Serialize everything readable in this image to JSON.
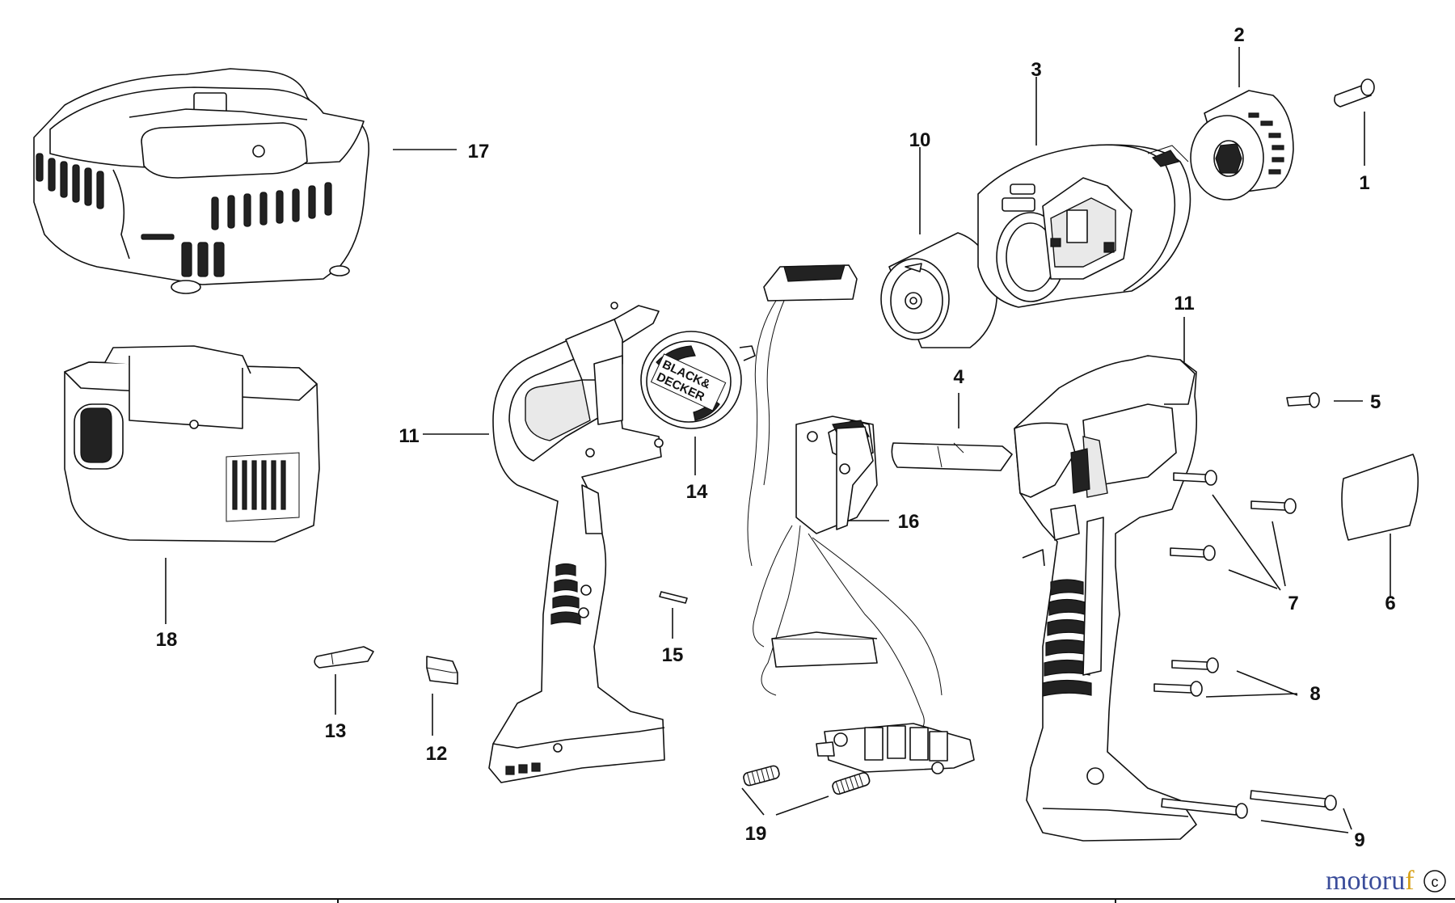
{
  "callouts": [
    {
      "id": "1",
      "label": "1"
    },
    {
      "id": "2",
      "label": "2"
    },
    {
      "id": "3",
      "label": "3"
    },
    {
      "id": "4",
      "label": "4"
    },
    {
      "id": "5",
      "label": "5"
    },
    {
      "id": "6",
      "label": "6"
    },
    {
      "id": "7",
      "label": "7"
    },
    {
      "id": "8",
      "label": "8"
    },
    {
      "id": "9",
      "label": "9"
    },
    {
      "id": "10",
      "label": "10"
    },
    {
      "id": "11a",
      "label": "11"
    },
    {
      "id": "11b",
      "label": "11"
    },
    {
      "id": "12",
      "label": "12"
    },
    {
      "id": "13",
      "label": "13"
    },
    {
      "id": "14",
      "label": "14"
    },
    {
      "id": "15",
      "label": "15"
    },
    {
      "id": "16",
      "label": "16"
    },
    {
      "id": "17",
      "label": "17"
    },
    {
      "id": "18",
      "label": "18"
    },
    {
      "id": "19",
      "label": "19"
    }
  ],
  "brand_logo": {
    "line1": "BLACK&",
    "line2": "DECKER"
  },
  "watermark": {
    "part1": "motoru",
    "part2": "f",
    "suffix": "c"
  }
}
